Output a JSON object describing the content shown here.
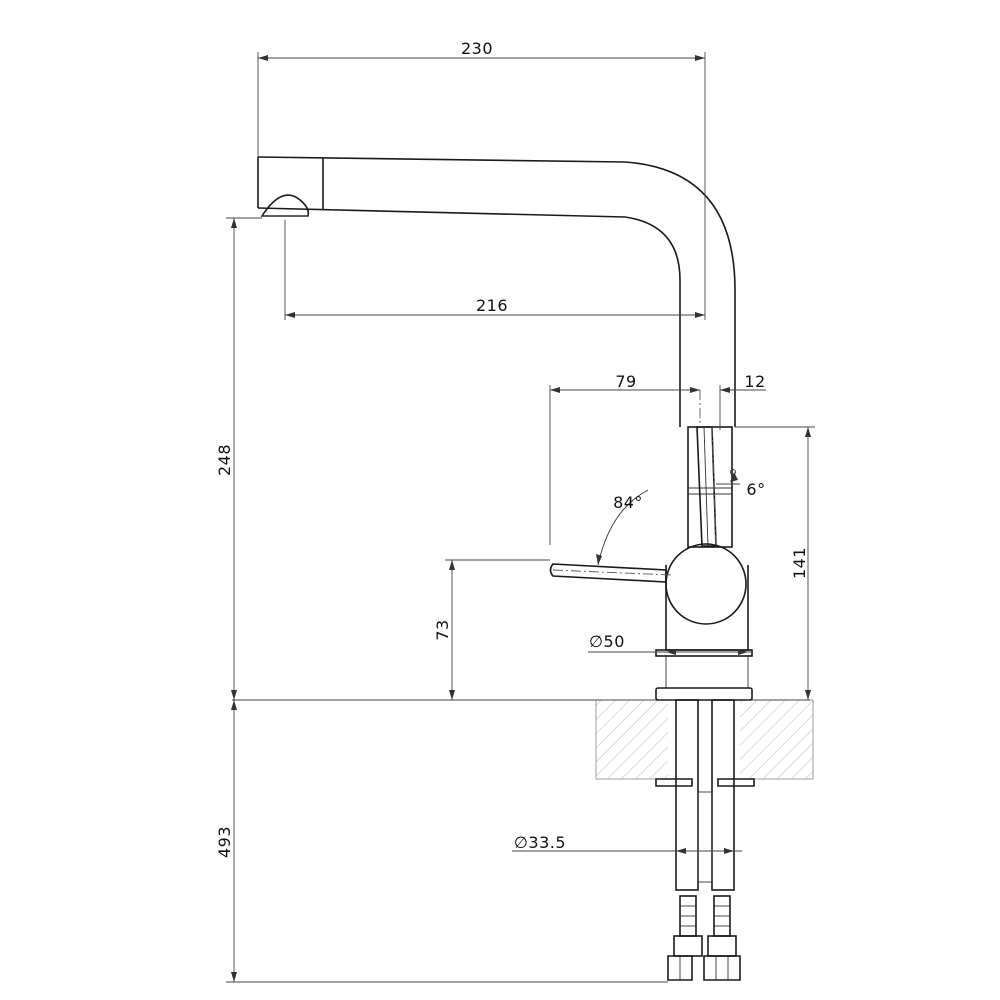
{
  "dimensions": {
    "total_width": "230",
    "reach": "216",
    "lever_length": "79",
    "handle_offset": "12",
    "handle_tilt": "6°",
    "lever_angle": "84°",
    "body_height": "141",
    "lever_height": "73",
    "body_diameter": "∅50",
    "spout_height": "248",
    "hose_length": "493",
    "shank_diameter": "∅33.5"
  }
}
